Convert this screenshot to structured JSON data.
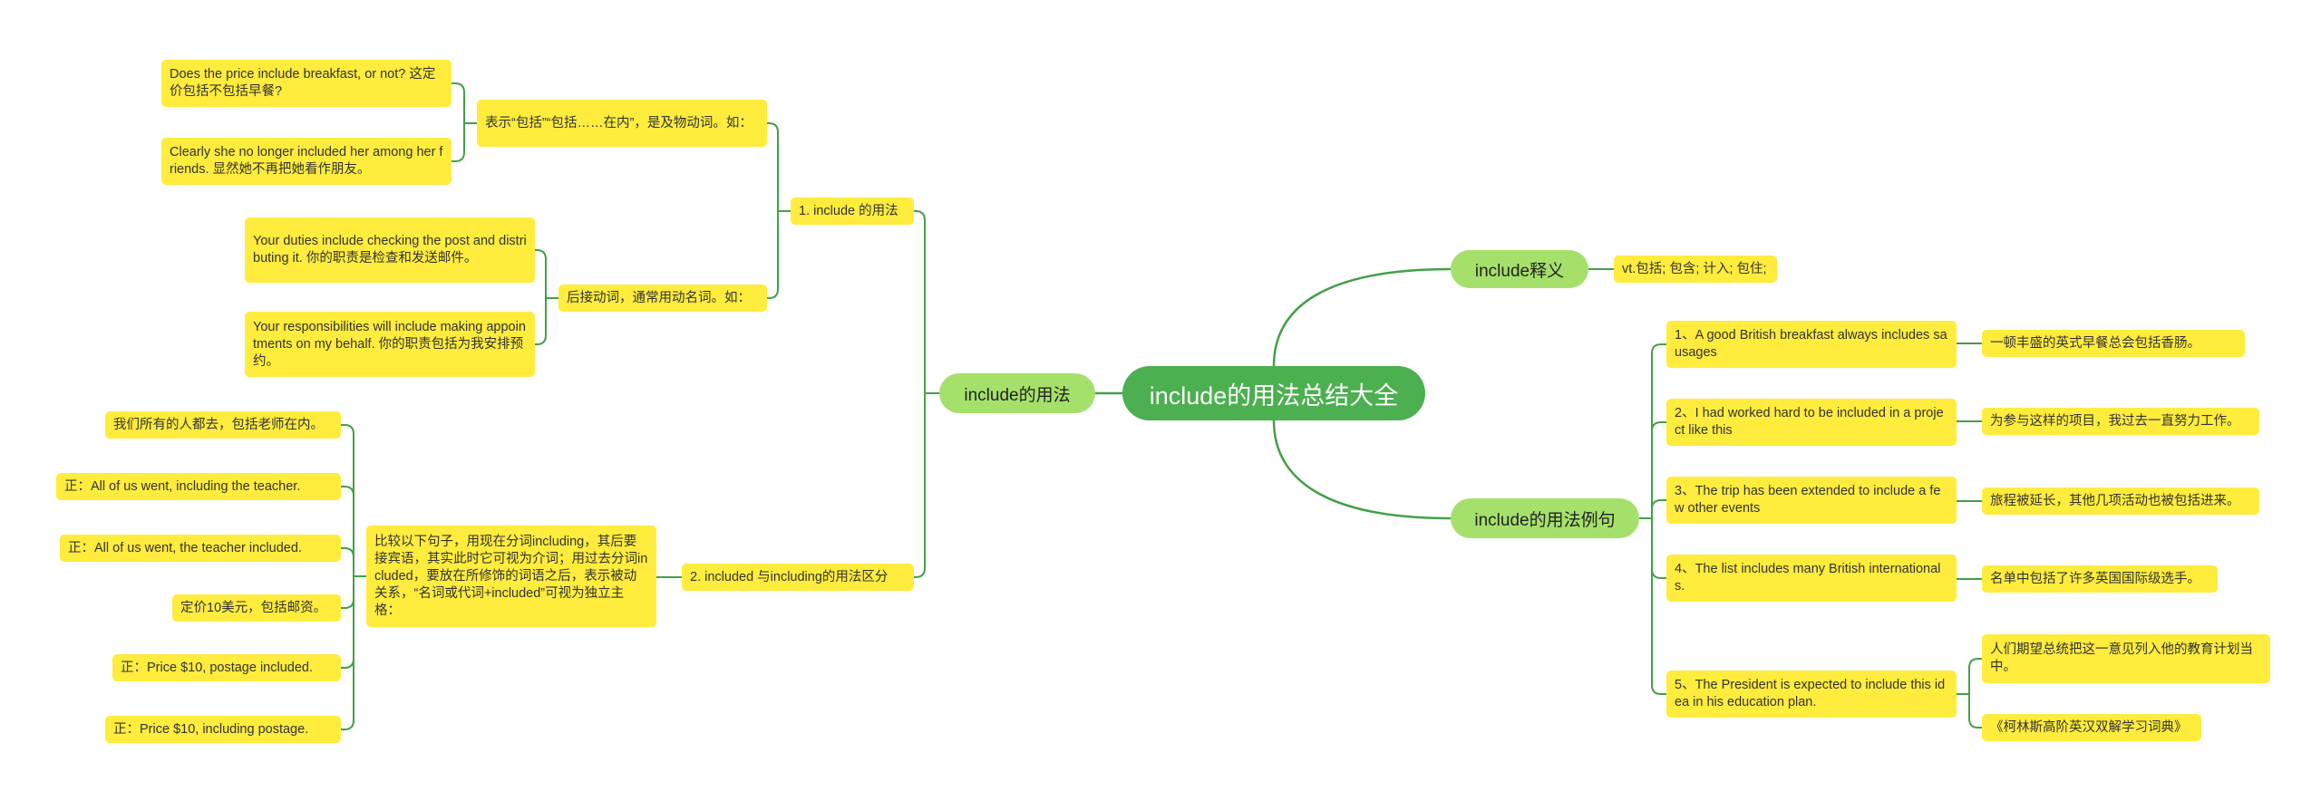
{
  "colors": {
    "background": "#ffffff",
    "root": "#4caf50",
    "main_branch": "#a5e16a",
    "leaf": "#ffec3d",
    "connector": "#43a047"
  },
  "root": {
    "label": "include的用法总结大全"
  },
  "branches": {
    "usage": {
      "label": "include的用法",
      "sub1": {
        "label": "1. include 的用法",
        "a": {
          "label": "表示“包括”“包括……在内”，是及物动词。如：",
          "ex1": "Does the price include breakfast, or not? 这定价包括不包括早餐?",
          "ex2": "Clearly she no longer included her among her friends. 显然她不再把她看作朋友。"
        },
        "b": {
          "label": "后接动词，通常用动名词。如：",
          "ex1": "Your duties include checking the post and distributing it. 你的职责是检查和发送邮件。",
          "ex2": "Your responsibilities will include making appointments on my behalf. 你的职责包括为我安排预约。"
        }
      },
      "sub2": {
        "label": "2. included 与including的用法区分",
        "a": {
          "label": "比较以下句子，用现在分词including，其后要接宾语，其实此时它可视为介词；用过去分词included，要放在所修饰的词语之后，表示被动关系，“名词或代词+included”可视为独立主格：",
          "items": [
            "我们所有的人都去，包括老师在内。",
            "正：All of us went, including the teacher.",
            "正：All of us went, the teacher included.",
            "定价10美元，包括邮资。",
            "正：Price $10, postage included.",
            "正：Price $10, including postage."
          ]
        }
      }
    },
    "meaning": {
      "label": "include释义",
      "value": "vt.包括; 包含; 计入; 包住;"
    },
    "examples": {
      "label": "include的用法例句",
      "items": [
        {
          "en": "1、A good British breakfast always includes sausages",
          "zh": "一顿丰盛的英式早餐总会包括香肠。"
        },
        {
          "en": "2、I had worked hard to be included in a project like this",
          "zh": "为参与这样的项目，我过去一直努力工作。"
        },
        {
          "en": "3、The trip has been extended to include a few other events",
          "zh": "旅程被延长，其他几项活动也被包括进来。"
        },
        {
          "en": "4、The list includes many British internationals.",
          "zh": "名单中包括了许多英国国际级选手。"
        },
        {
          "en": "5、The President is expected to include this idea in his education plan.",
          "zh": "人们期望总统把这一意见列入他的教育计划当中。",
          "source": "《柯林斯高阶英汉双解学习词典》"
        }
      ]
    }
  }
}
